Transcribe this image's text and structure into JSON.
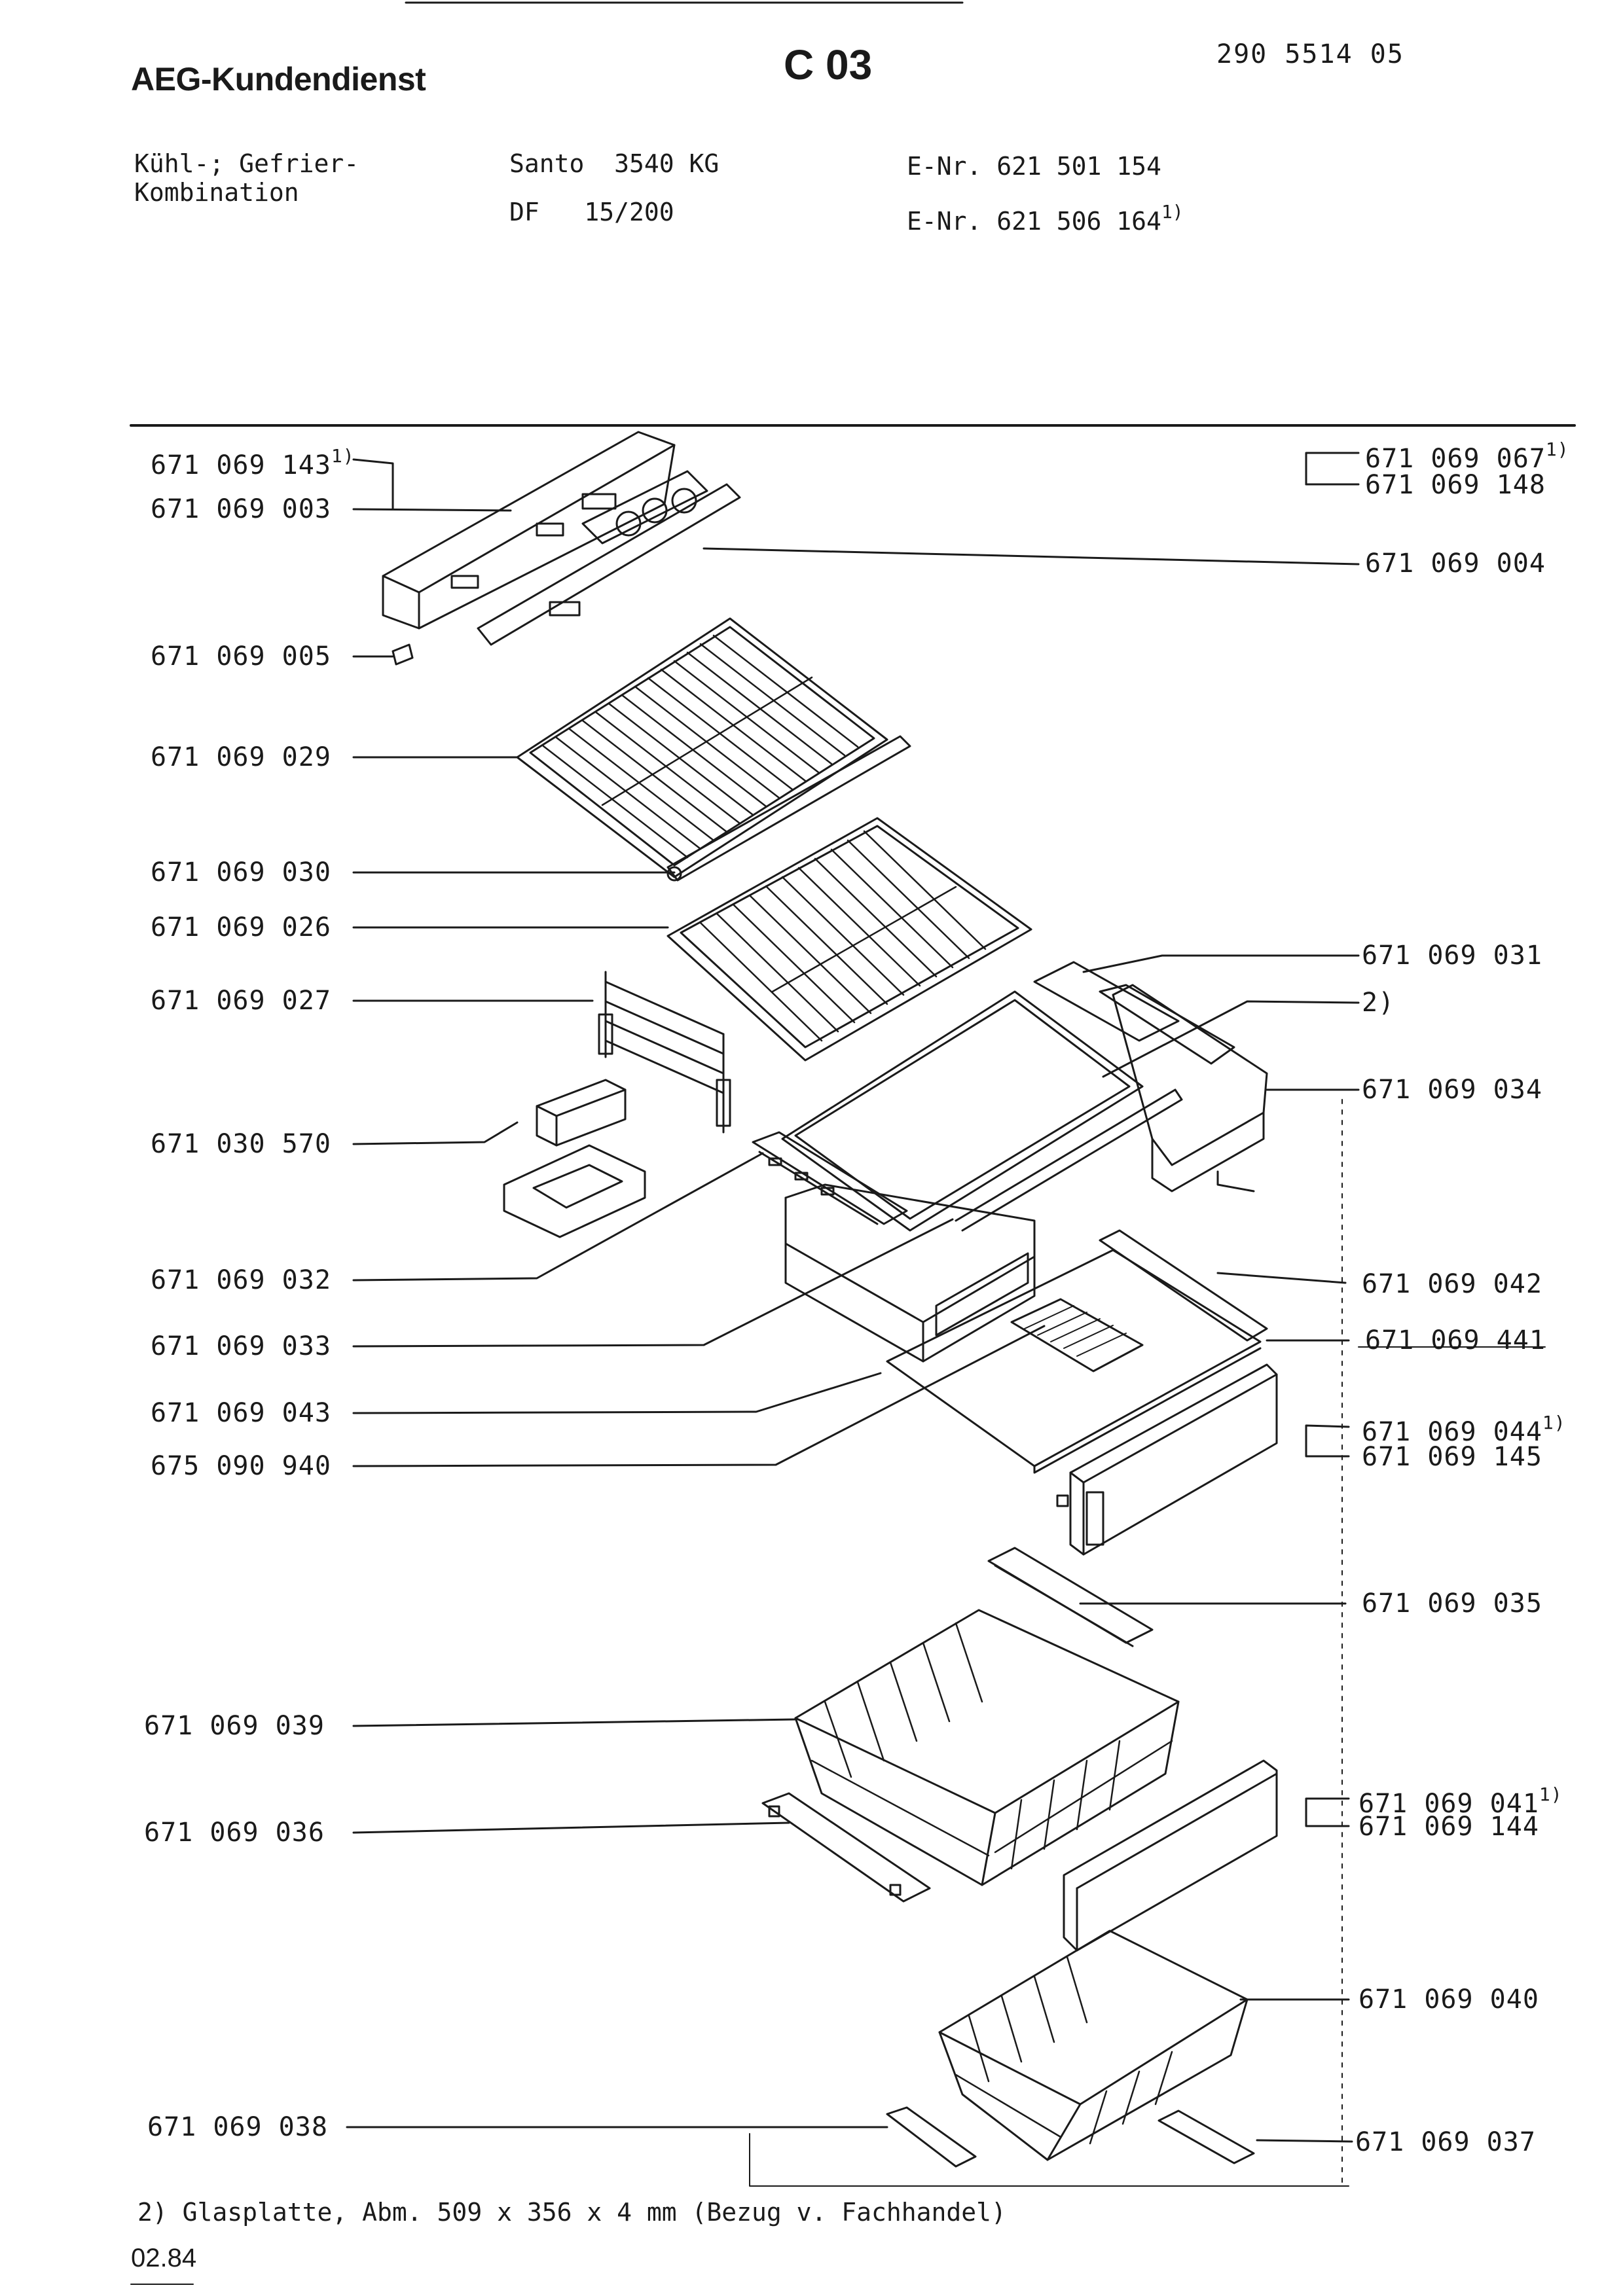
{
  "header": {
    "brand": "AEG-Kundendienst",
    "code": "C 03",
    "doc_number": "290 5514 05",
    "category_line1": "Kühl-; Gefrier-",
    "category_line2": "Kombination",
    "model": "Santo  3540 KG",
    "variant": "DF   15/200",
    "enr1": "E-Nr. 621 501 154",
    "enr2": "E-Nr. 621 506 164",
    "enr2_sup": "1)"
  },
  "parts_left": [
    {
      "number": "671 069 143",
      "sup": "1)"
    },
    {
      "number": "671 069 003",
      "sup": ""
    },
    {
      "number": "671 069 005",
      "sup": ""
    },
    {
      "number": "671 069 029",
      "sup": ""
    },
    {
      "number": "671 069 030",
      "sup": ""
    },
    {
      "number": "671 069 026",
      "sup": ""
    },
    {
      "number": "671 069 027",
      "sup": ""
    },
    {
      "number": "671 030 570",
      "sup": ""
    },
    {
      "number": "671 069 032",
      "sup": ""
    },
    {
      "number": "671 069 033",
      "sup": ""
    },
    {
      "number": "671 069 043",
      "sup": ""
    },
    {
      "number": "675 090 940",
      "sup": ""
    },
    {
      "number": "671 069 039",
      "sup": ""
    },
    {
      "number": "671 069 036",
      "sup": ""
    },
    {
      "number": "671 069 038",
      "sup": ""
    }
  ],
  "parts_right": [
    {
      "number": "671 069 067",
      "sup": "1)"
    },
    {
      "number": "671 069 148",
      "sup": ""
    },
    {
      "number": "671 069 004",
      "sup": ""
    },
    {
      "number": "671 069 031",
      "sup": ""
    },
    {
      "number": "2)",
      "sup": ""
    },
    {
      "number": "671 069 034",
      "sup": ""
    },
    {
      "number": "671 069 042",
      "sup": ""
    },
    {
      "number": "671 069 441",
      "sup": ""
    },
    {
      "number": "671 069 044",
      "sup": "1)"
    },
    {
      "number": "671 069 145",
      "sup": ""
    },
    {
      "number": "671 069 035",
      "sup": ""
    },
    {
      "number": "671 069 041",
      "sup": "1)"
    },
    {
      "number": "671 069 144",
      "sup": ""
    },
    {
      "number": "671 069 040",
      "sup": ""
    },
    {
      "number": "671 069 037",
      "sup": ""
    }
  ],
  "footnote": "2) Glasplatte, Abm. 509 x 356 x 4 mm (Bezug v. Fachhandel)",
  "date": "02.84"
}
